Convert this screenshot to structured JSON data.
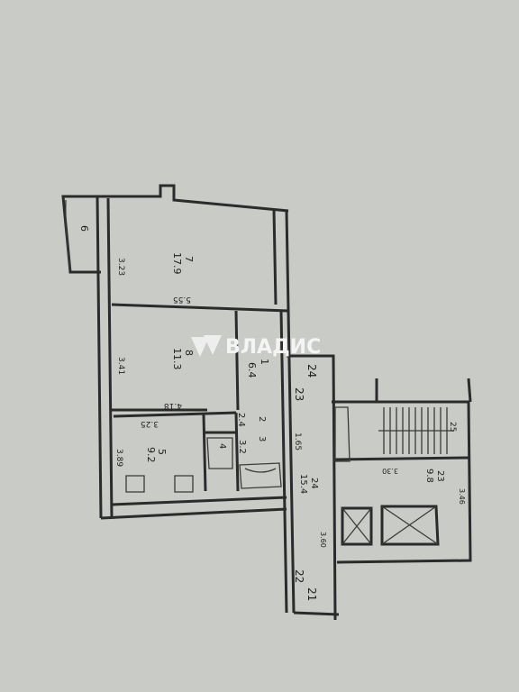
{
  "watermark": {
    "text": "ВЛАДИС"
  },
  "rooms": [
    {
      "id": "6",
      "label": "6"
    },
    {
      "id": "7",
      "number": "7",
      "area": "17.9"
    },
    {
      "id": "8",
      "number": "8",
      "area": "11.3"
    },
    {
      "id": "1",
      "number": "1",
      "area": "6.4"
    },
    {
      "id": "2",
      "number": "2",
      "area": "2.4"
    },
    {
      "id": "3",
      "number": "3",
      "area": "3.2"
    },
    {
      "id": "4",
      "number": "4"
    },
    {
      "id": "5",
      "number": "5",
      "area": "9.2"
    },
    {
      "id": "24",
      "number": "24",
      "area": "15.4"
    },
    {
      "id": "23",
      "number": "23",
      "area": "9.8"
    },
    {
      "id": "25",
      "number": "25"
    }
  ],
  "dimensions": {
    "r7_width": "3.23",
    "r7_length": "5.55",
    "r8_width": "3.41",
    "r8_length": "4.18",
    "r5_top": "3.25",
    "r5_width": "3.89",
    "corridor": "1.65",
    "r23_top": "3.30",
    "r23_side": "3.46",
    "r24_side": "3.60"
  },
  "marks": {
    "m24_top": "24",
    "m23_top": "23",
    "m22": "22",
    "m21": "21",
    "m24_low": "24"
  }
}
